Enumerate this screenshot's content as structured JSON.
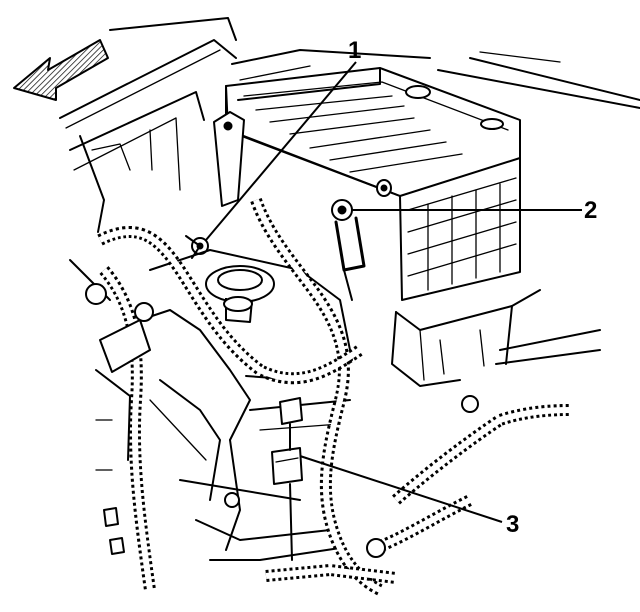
{
  "callouts": [
    {
      "id": "1",
      "label": "1"
    },
    {
      "id": "2",
      "label": "2"
    },
    {
      "id": "3",
      "label": "3"
    }
  ],
  "icons": {
    "direction_arrow": "forward-arrow-icon"
  },
  "colors": {
    "line": "#000000",
    "background": "#ffffff"
  }
}
